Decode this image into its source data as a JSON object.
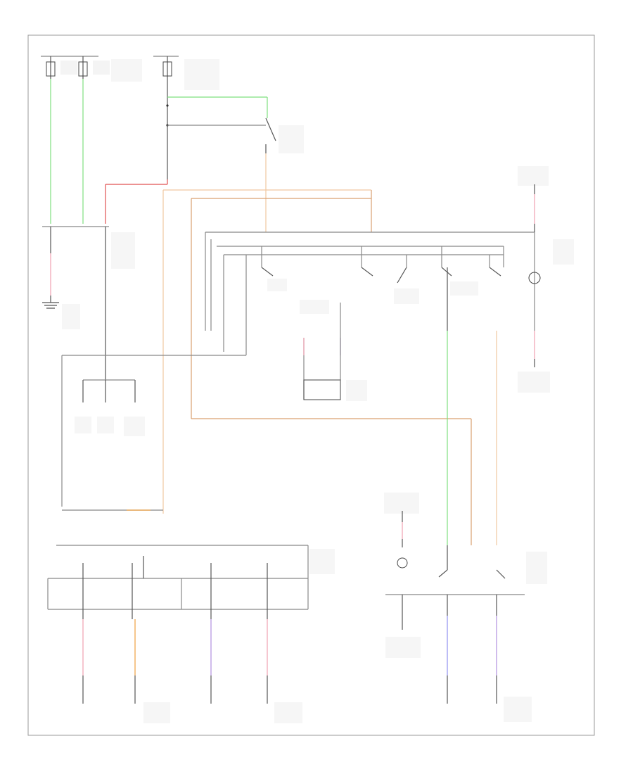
{
  "diagram": {
    "footer_id": "",
    "components": [
      {
        "id": "fuse-a",
        "label": ""
      },
      {
        "id": "fuse-b",
        "label": ""
      },
      {
        "id": "fuse-c",
        "label": ""
      },
      {
        "id": "power-window-relay",
        "label": ""
      },
      {
        "id": "main-switch",
        "label": ""
      },
      {
        "id": "left-rear-motor",
        "label": ""
      },
      {
        "id": "right-rear-motor",
        "label": ""
      },
      {
        "id": "left-front-motor",
        "label": ""
      },
      {
        "id": "right-front-switch",
        "label": ""
      },
      {
        "id": "right-front-motor",
        "label": ""
      },
      {
        "id": "ground-top-right",
        "label": ""
      },
      {
        "id": "ground-bottom-right",
        "label": ""
      },
      {
        "id": "ground-mid-right",
        "label": ""
      },
      {
        "id": "ground-bottom-mid",
        "label": ""
      }
    ],
    "wire_colors": {
      "black": "#555555",
      "green": "#7ee07e",
      "red": "#e05050",
      "tan": "#d9a070",
      "light_tan": "#f0c8a0",
      "pink": "#f0a0b0",
      "orange": "#f0a040",
      "violet": "#b090e0",
      "blue": "#9090f0"
    }
  }
}
